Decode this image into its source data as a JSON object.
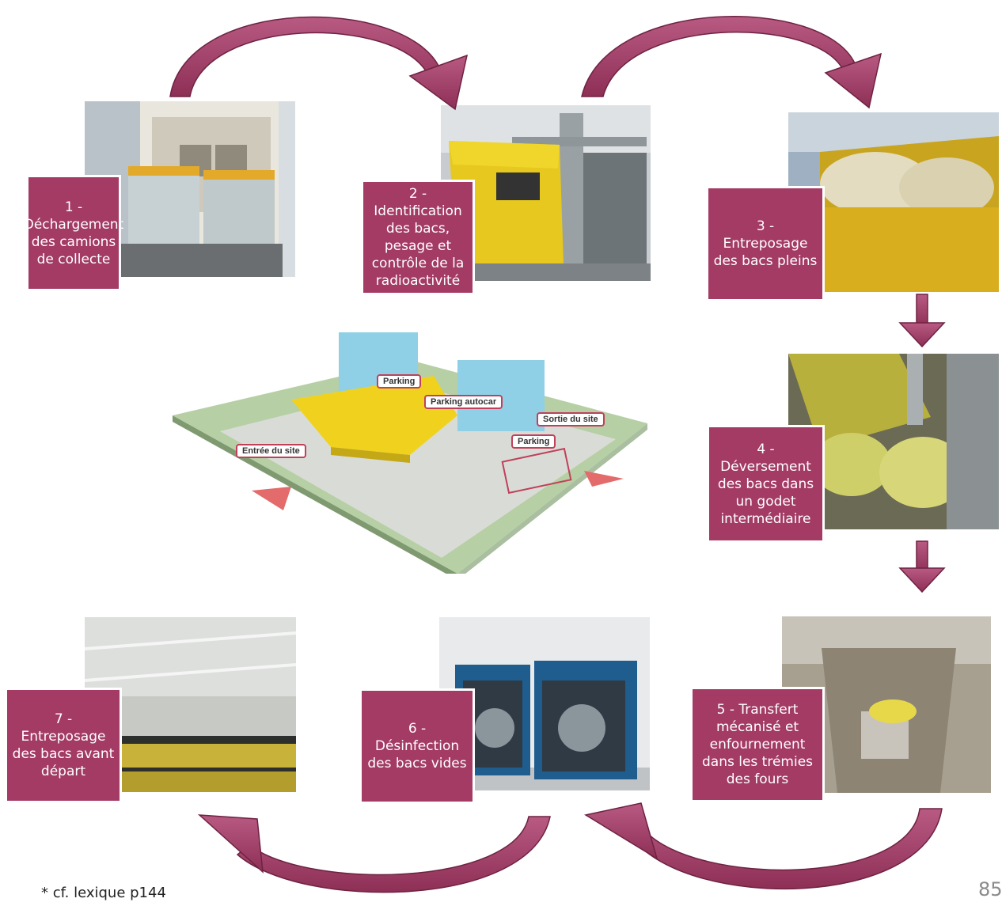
{
  "steps": [
    {
      "label": "1 -\nDéchargement\ndes camions\nde collecte"
    },
    {
      "label": "2 -\nIdentification\ndes bacs,\npesage et\ncontrôle de la\nradioactivité"
    },
    {
      "label": "3 -\nEntreposage\ndes bacs pleins"
    },
    {
      "label": "4 -\nDéversement\ndes bacs dans\nun godet\nintermédiaire"
    },
    {
      "label": "5 - Transfert\nmécanisé et\nenfournement\ndans les trémies\ndes fours"
    },
    {
      "label": "6 -\nDésinfection\ndes bacs vides"
    },
    {
      "label": "7 -\nEntreposage\ndes bacs avant\ndépart"
    }
  ],
  "site_map": {
    "parking_1": "Parking",
    "parking_autocar": "Parking autocar",
    "sortie": "Sortie du site",
    "parking_2": "Parking",
    "entree": "Entrée du site"
  },
  "footnote": "* cf. lexique p144",
  "page_number": "85",
  "colors": {
    "label_bg": "#a33b65",
    "arrow": "#a33b65"
  }
}
